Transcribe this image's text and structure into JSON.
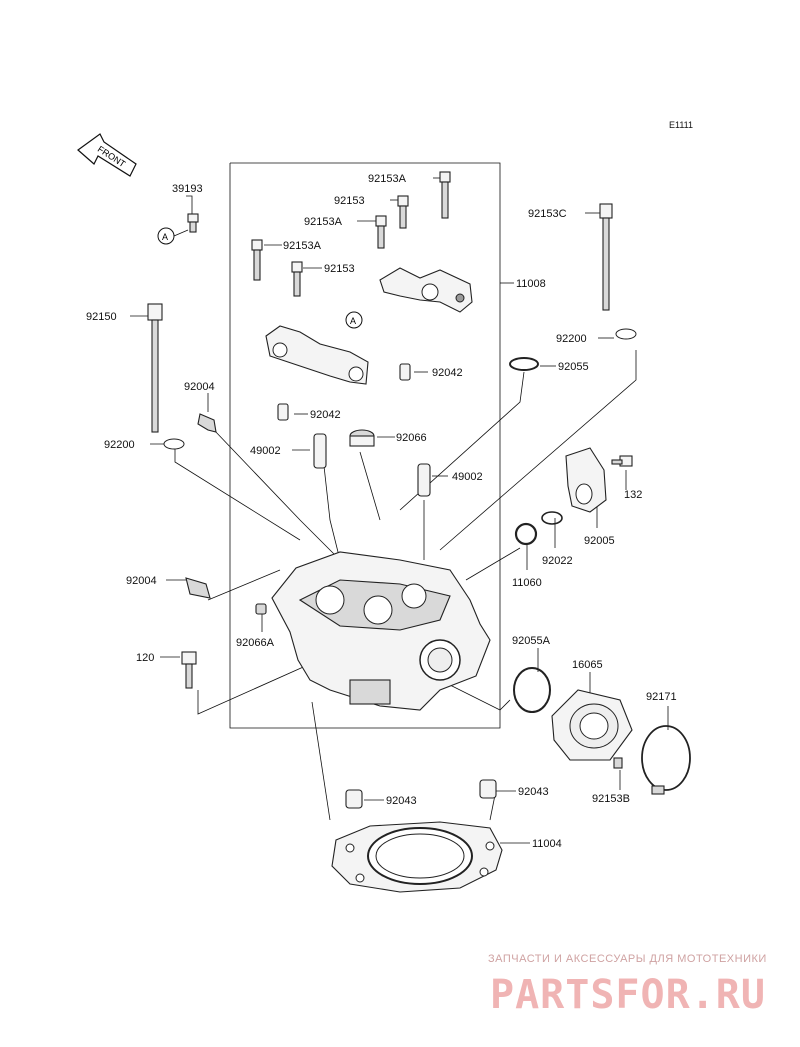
{
  "diagram": {
    "code": "E1111",
    "front_label": "FRONT",
    "ref_marker": "A",
    "parts": [
      {
        "id": "p39193",
        "label": "39193"
      },
      {
        "id": "p92153A_1",
        "label": "92153A"
      },
      {
        "id": "p92153_1",
        "label": "92153"
      },
      {
        "id": "p92153A_2",
        "label": "92153A"
      },
      {
        "id": "p92153A_3",
        "label": "92153A"
      },
      {
        "id": "p92153_2",
        "label": "92153"
      },
      {
        "id": "p92153C",
        "label": "92153C"
      },
      {
        "id": "p11008",
        "label": "11008"
      },
      {
        "id": "p92150",
        "label": "92150"
      },
      {
        "id": "p92200_1",
        "label": "92200"
      },
      {
        "id": "p92042_1",
        "label": "92042"
      },
      {
        "id": "p92042_2",
        "label": "92042"
      },
      {
        "id": "p92055",
        "label": "92055"
      },
      {
        "id": "p92004_1",
        "label": "92004"
      },
      {
        "id": "p92066",
        "label": "92066"
      },
      {
        "id": "p49002_1",
        "label": "49002"
      },
      {
        "id": "p49002_2",
        "label": "49002"
      },
      {
        "id": "p92200_2",
        "label": "92200"
      },
      {
        "id": "p132",
        "label": "132"
      },
      {
        "id": "p92005",
        "label": "92005"
      },
      {
        "id": "p92022",
        "label": "92022"
      },
      {
        "id": "p11060",
        "label": "11060"
      },
      {
        "id": "p92004_2",
        "label": "92004"
      },
      {
        "id": "p92066A",
        "label": "92066A"
      },
      {
        "id": "p92055A",
        "label": "92055A"
      },
      {
        "id": "p16065",
        "label": "16065"
      },
      {
        "id": "p92171",
        "label": "92171"
      },
      {
        "id": "p120",
        "label": "120"
      },
      {
        "id": "p92153B",
        "label": "92153B"
      },
      {
        "id": "p92043_1",
        "label": "92043"
      },
      {
        "id": "p92043_2",
        "label": "92043"
      },
      {
        "id": "p11004",
        "label": "11004"
      }
    ]
  },
  "watermark": {
    "tagline": "ЗАПЧАСТИ И АКСЕССУАРЫ ДЛЯ МОТОТЕХНИКИ",
    "brand": "PARTSFOR.RU",
    "color": "#f0b4b4"
  }
}
